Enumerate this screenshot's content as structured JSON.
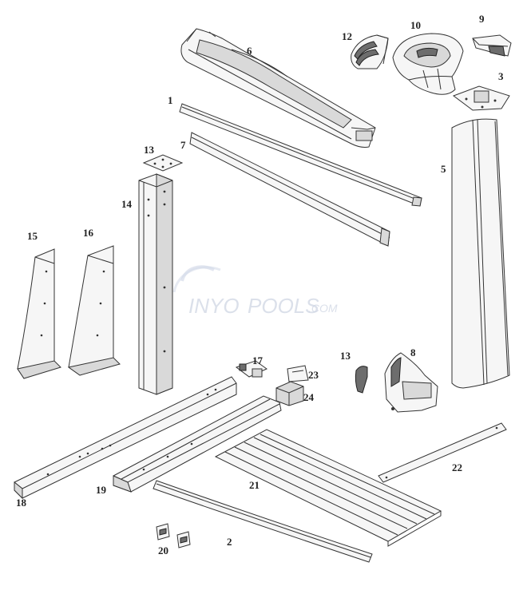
{
  "watermark": {
    "brand_main": "INYO",
    "brand_suffix": "POOLS",
    "brand_domain": ".COM"
  },
  "callouts": {
    "p1": "1",
    "p2": "2",
    "p3": "3",
    "p5": "5",
    "p6": "6",
    "p7": "7",
    "p8": "8",
    "p9": "9",
    "p10": "10",
    "p12": "12",
    "p13a": "13",
    "p13b": "13",
    "p14": "14",
    "p15": "15",
    "p16": "16",
    "p17": "17",
    "p18": "18",
    "p19": "19",
    "p20": "20",
    "p21": "21",
    "p22": "22",
    "p23": "23",
    "p24": "24"
  }
}
